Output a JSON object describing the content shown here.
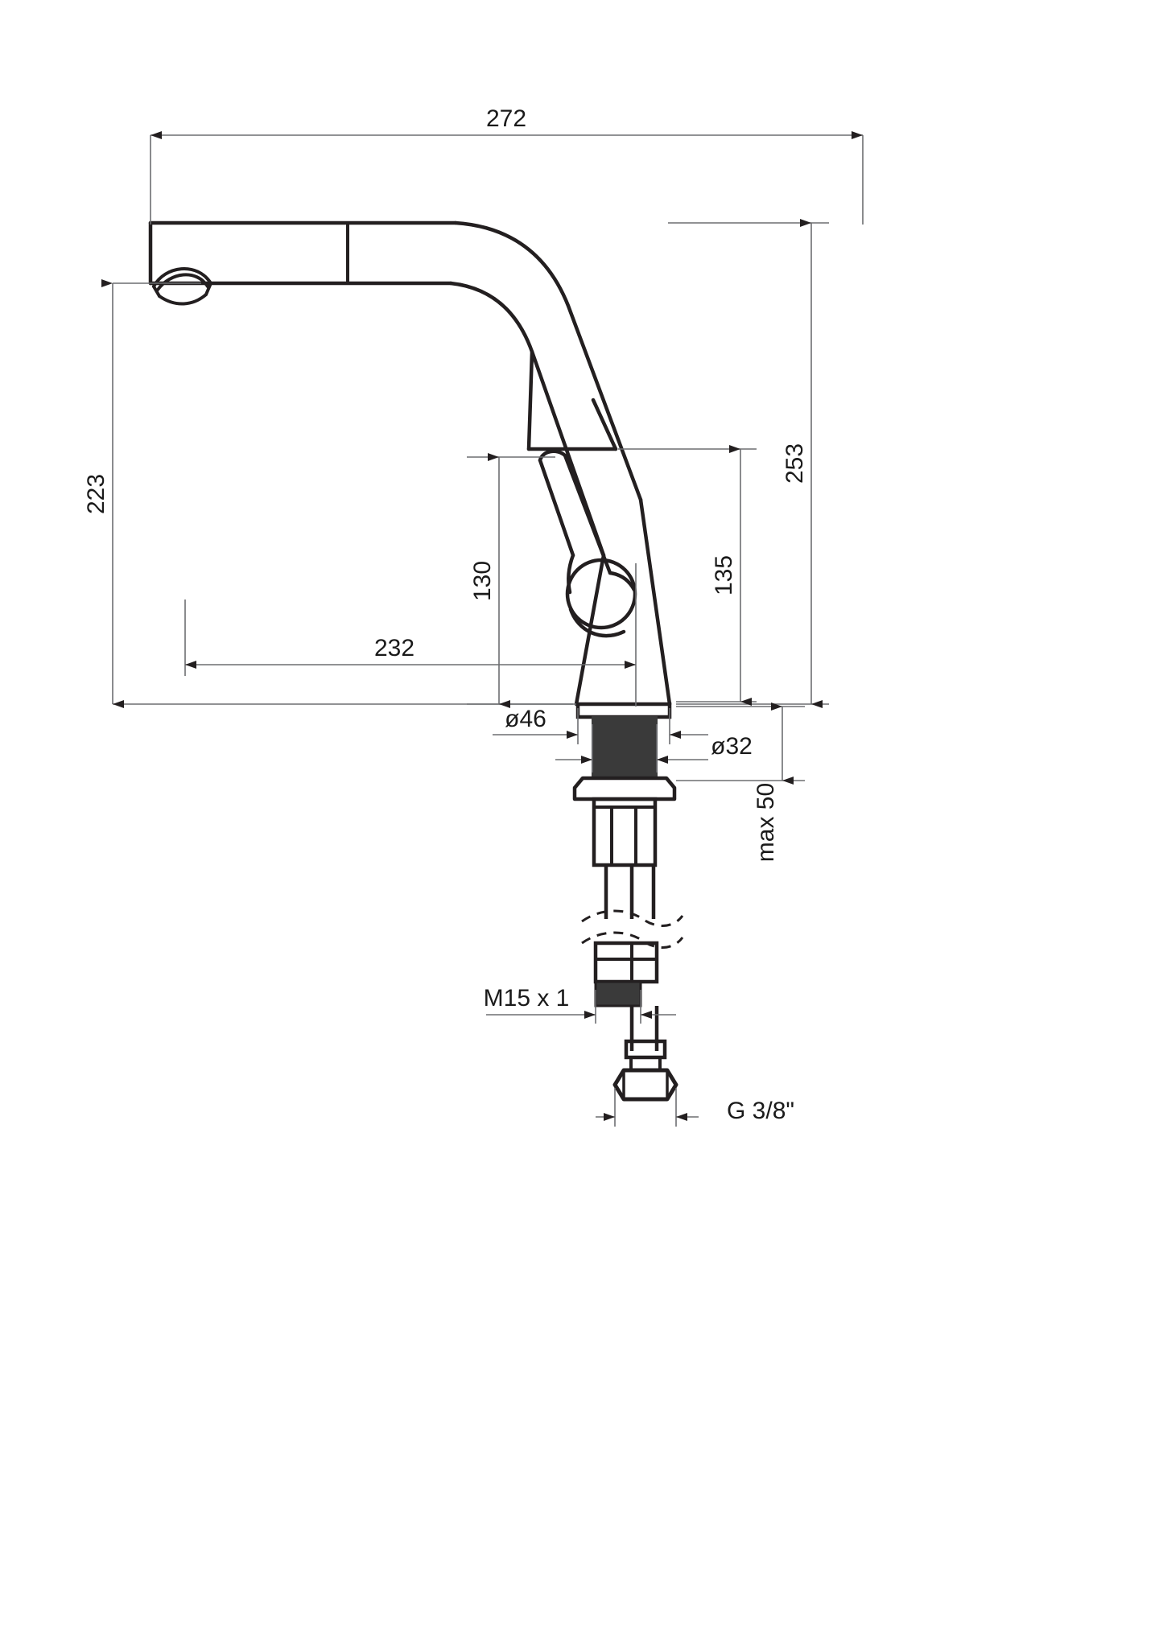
{
  "drawing": {
    "type": "technical-dimension-drawing",
    "subject": "kitchen-mixer-tap-side-elevation",
    "units": "mm",
    "line_color": "#231f20",
    "dimension_line_color": "#6d6e71",
    "background_color": "#ffffff",
    "fill_color": "#3a3a3a"
  },
  "dimensions": {
    "overall_width": "272",
    "spout_height": "223",
    "total_height": "253",
    "handle_height": "135",
    "body_height": "130",
    "spout_reach": "232",
    "base_diameter": "ø46",
    "shank_diameter": "ø32",
    "max_thickness": "max 50",
    "thread_stem": "M15 x 1",
    "thread_supply": "G 3/8\""
  }
}
